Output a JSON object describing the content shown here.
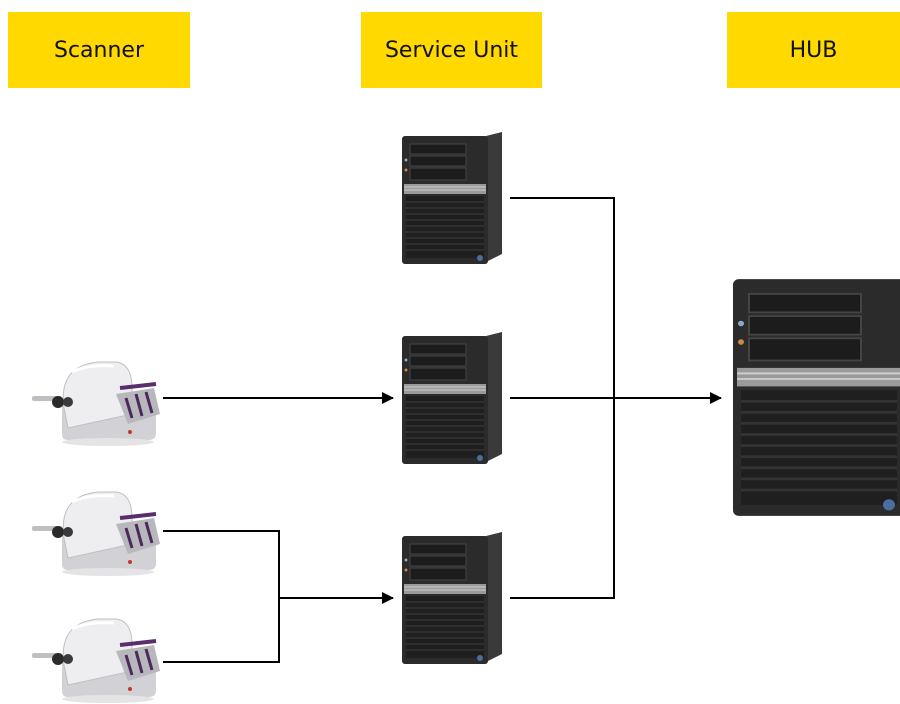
{
  "labels": {
    "scanner": "Scanner",
    "service_unit": "Service Unit",
    "hub": "HUB"
  },
  "colors": {
    "label_bg": "#FFD900",
    "line": "#000000",
    "tower_dark": "#2b2b2b",
    "scanner_body": "#e6e6e8",
    "scanner_accent": "#5a2d6e"
  },
  "icons": {
    "scanner": "slide-scanner-device",
    "service_unit": "tower-server",
    "hub": "tower-server-large"
  }
}
